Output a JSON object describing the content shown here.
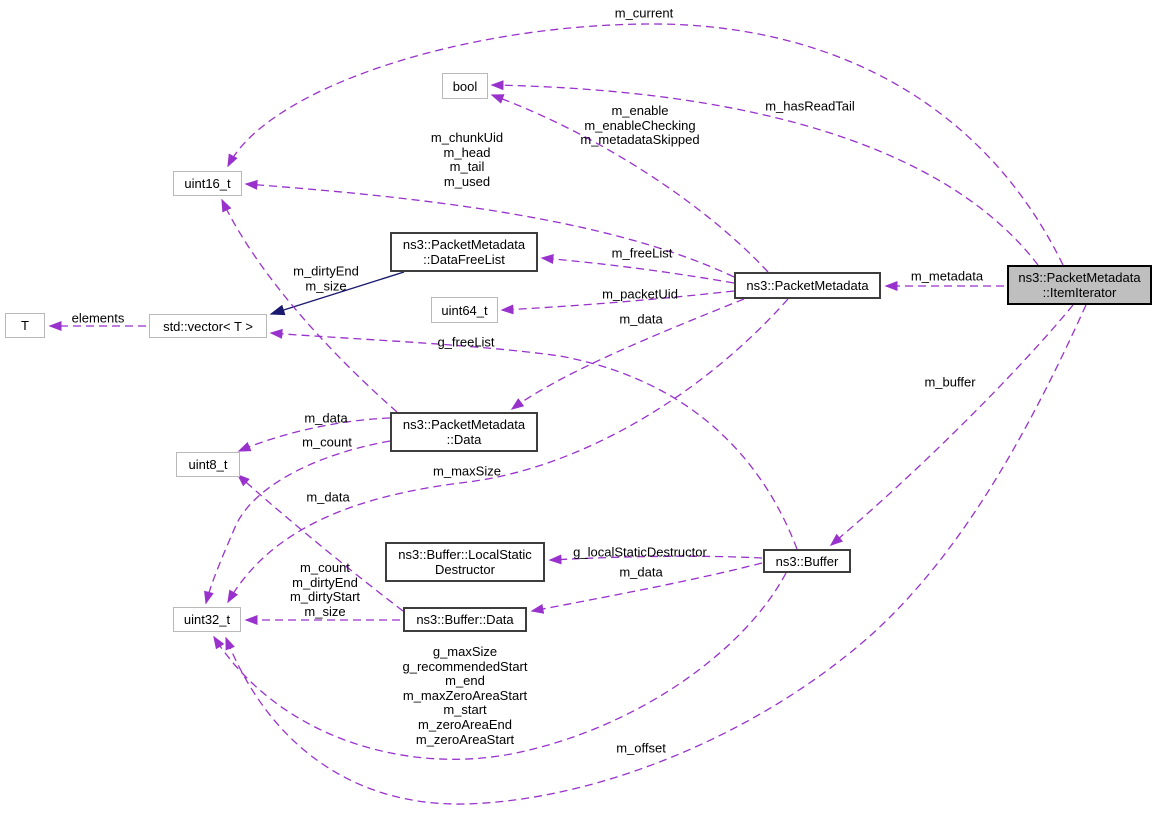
{
  "diagram": {
    "type": "doxygen-collaboration-graph",
    "focus_class": "ns3::PacketMetadata::ItemIterator",
    "colors": {
      "usage_edge": "#9932CC",
      "inheritance_edge": "#191970",
      "focus_node_fill": "#BFBFBF",
      "class_border": "#3D3D3D",
      "primitive_border": "#B9B9B9",
      "background": "#FFFFFF"
    },
    "nodes": {
      "bool": {
        "label": "bool"
      },
      "uint16": {
        "label": "uint16_t"
      },
      "dataFreeList": {
        "label": "ns3::PacketMetadata\n::DataFreeList"
      },
      "uint64": {
        "label": "uint64_t"
      },
      "packetMetadata": {
        "label": "ns3::PacketMetadata"
      },
      "itemIterator": {
        "label": "ns3::PacketMetadata\n::ItemIterator"
      },
      "t": {
        "label": "T"
      },
      "vector": {
        "label": "std::vector< T >"
      },
      "pmData": {
        "label": "ns3::PacketMetadata\n::Data"
      },
      "uint8": {
        "label": "uint8_t"
      },
      "localStaticDestructor": {
        "label": "ns3::Buffer::LocalStatic\nDestructor"
      },
      "buffer": {
        "label": "ns3::Buffer"
      },
      "bufferData": {
        "label": "ns3::Buffer::Data"
      },
      "uint32": {
        "label": "uint32_t"
      }
    },
    "edge_labels": {
      "mCurrent": "m_current",
      "mHasReadTail": "m_hasReadTail",
      "mEnableBlock": "m_enable\nm_enableChecking\nm_metadataSkipped",
      "mChunkBlock": "m_chunkUid\nm_head\nm_tail\nm_used",
      "mFreeList": "m_freeList",
      "mMetadata": "m_metadata",
      "mPacketUid": "m_packetUid",
      "mDataPm": "m_data",
      "mDirtyBlock": "m_dirtyEnd\nm_size",
      "elements": "elements",
      "gFreeList": "g_freeList",
      "mBuffer": "m_buffer",
      "mDataData": "m_data",
      "mCountData": "m_count",
      "mMaxSize": "m_maxSize",
      "mDataBufData": "m_data",
      "gLocalStaticDestructor": "g_localStaticDestructor",
      "mDataBuffer": "m_data",
      "mCountBlock": "m_count\nm_dirtyEnd\nm_dirtyStart\nm_size",
      "gMaxBlock": "g_maxSize\ng_recommendedStart\nm_end\nm_maxZeroAreaStart\nm_start\nm_zeroAreaEnd\nm_zeroAreaStart",
      "mOffset": "m_offset"
    }
  }
}
